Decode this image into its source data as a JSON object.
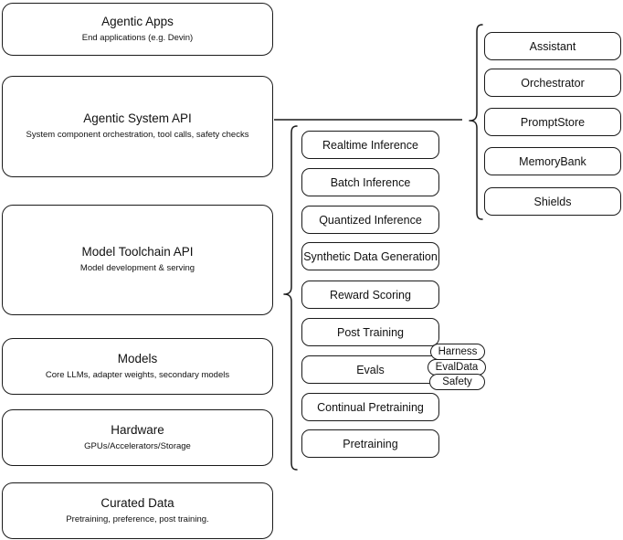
{
  "diagram": {
    "title": "Llama Stack layered architecture diagram",
    "stroke_color": "#1a1a1a",
    "background_color": "#ffffff",
    "text_color": "#111111"
  },
  "left_stack": [
    {
      "title": "Agentic Apps",
      "subtitle": "End applications (e.g. Devin)"
    },
    {
      "title": "Agentic System API",
      "subtitle": "System component orchestration, tool calls, safety checks"
    },
    {
      "title": "Model Toolchain API",
      "subtitle": "Model development & serving"
    },
    {
      "title": "Models",
      "subtitle": "Core LLMs, adapter weights, secondary models"
    },
    {
      "title": "Hardware",
      "subtitle": "GPUs/Accelerators/Storage"
    },
    {
      "title": "Curated Data",
      "subtitle": "Pretraining, preference, post training."
    }
  ],
  "toolchain_column": [
    {
      "label": "Realtime Inference"
    },
    {
      "label": "Batch Inference"
    },
    {
      "label": "Quantized Inference"
    },
    {
      "label": "Synthetic Data Generation"
    },
    {
      "label": "Reward Scoring"
    },
    {
      "label": "Post Training"
    },
    {
      "label": "Evals"
    },
    {
      "label": "Continual Pretraining"
    },
    {
      "label": "Pretraining"
    }
  ],
  "eval_tags": [
    {
      "label": "Harness"
    },
    {
      "label": "EvalData"
    },
    {
      "label": "Safety"
    }
  ],
  "agentic_column": [
    {
      "label": "Assistant"
    },
    {
      "label": "Orchestrator"
    },
    {
      "label": "PromptStore"
    },
    {
      "label": "MemoryBank"
    },
    {
      "label": "Shields"
    }
  ]
}
